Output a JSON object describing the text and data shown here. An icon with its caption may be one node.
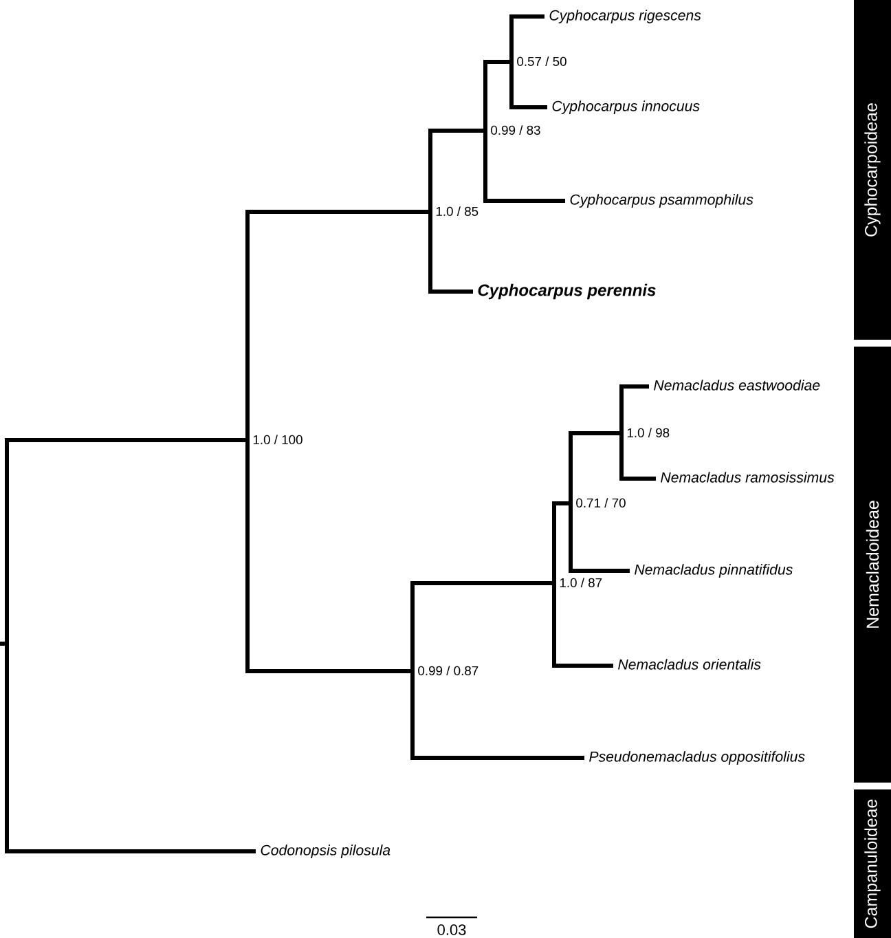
{
  "diagram": {
    "nodes": [
      {
        "text": [
          "Cyphocarpus rigescens"
        ]
      },
      {
        "text": [
          "0.57 / 50"
        ]
      },
      {
        "text": [
          "Cyphocarpus innocuus"
        ]
      },
      {
        "text": [
          "0.99 / 83"
        ]
      },
      {
        "text": [
          "Cyphocarpus psammophilus"
        ]
      },
      {
        "text": [
          "1.0 / 85"
        ]
      },
      {
        "text": [
          "Cyphocarpus perennis"
        ]
      },
      {
        "text": [
          "1.0 / 100"
        ]
      },
      {
        "text": [
          "Nemacladus eastwoodiae"
        ]
      },
      {
        "text": [
          "1.0 / 98"
        ]
      },
      {
        "text": [
          "Nemacladus ramosissimus"
        ]
      },
      {
        "text": [
          "0.71 / 70"
        ]
      },
      {
        "text": [
          "Nemacladus pinnatifidus"
        ]
      },
      {
        "text": [
          "1.0 / 87"
        ]
      },
      {
        "text": [
          "Nemacladus orientalis"
        ]
      },
      {
        "text": [
          "0.99 / 0.87"
        ]
      },
      {
        "text": [
          "Pseudonemacladus oppositifolius"
        ]
      },
      {
        "text": [
          "Codonopsis pilosula"
        ]
      },
      {
        "text": [
          "Cyphocarpoideae"
        ]
      },
      {
        "text": [
          "Nemacladoideae"
        ]
      },
      {
        "text": [
          "Campanuloideae"
        ]
      }
    ],
    "edges": [
      {
        "from": null,
        "to": 7,
        "arrow": "none"
      },
      {
        "from": null,
        "to": 17,
        "arrow": "none"
      },
      {
        "from": 7,
        "to": 5,
        "arrow": "none"
      },
      {
        "from": 7,
        "to": 15,
        "arrow": "none"
      },
      {
        "from": 5,
        "to": 3,
        "arrow": "none"
      },
      {
        "from": 5,
        "to": 6,
        "arrow": "none"
      },
      {
        "from": 3,
        "to": 1,
        "arrow": "none"
      },
      {
        "from": 3,
        "to": 4,
        "arrow": "none"
      },
      {
        "from": 1,
        "to": 0,
        "arrow": "none"
      },
      {
        "from": 1,
        "to": 2,
        "arrow": "none"
      },
      {
        "from": 15,
        "to": 13,
        "arrow": "none"
      },
      {
        "from": 15,
        "to": 16,
        "arrow": "none"
      },
      {
        "from": 13,
        "to": 11,
        "arrow": "none"
      },
      {
        "from": 13,
        "to": 14,
        "arrow": "none"
      },
      {
        "from": 11,
        "to": 9,
        "arrow": "none"
      },
      {
        "from": 11,
        "to": 12,
        "arrow": "none"
      },
      {
        "from": 9,
        "to": 8,
        "arrow": "none"
      },
      {
        "from": 9,
        "to": 10,
        "arrow": "none"
      }
    ],
    "labels": [
      "0.03"
    ]
  }
}
